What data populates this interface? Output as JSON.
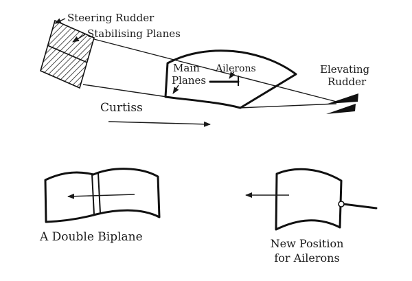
{
  "figure": {
    "labels": {
      "steering_rudder": "Steering Rudder",
      "stabilising_planes": "Stabilising Planes",
      "main_planes_1": "Main",
      "main_planes_2": "Planes",
      "ailerons": "Ailerons",
      "elevating_1": "Elevating",
      "elevating_2": "Rudder",
      "curtiss": "Curtiss",
      "double_biplane": "A Double Biplane",
      "new_position_1": "New Position",
      "new_position_2": "for Ailerons"
    },
    "colors": {
      "ink": "#1a1a1a",
      "background": "#ffffff"
    }
  }
}
